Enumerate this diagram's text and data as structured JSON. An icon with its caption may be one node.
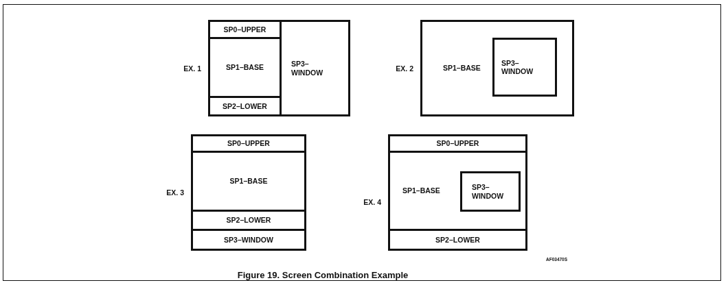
{
  "diagram": {
    "caption": "Figure 19. Screen Combination Example",
    "nodes": [
      {
        "text": [],
        "shape": "box",
        "beside": [
          "EX. 1"
        ]
      },
      {
        "text": [
          "SP0–UPPER"
        ],
        "in": 0
      },
      {
        "text": [
          "SP1–BASE"
        ],
        "in": 0
      },
      {
        "text": [
          "SP2–LOWER"
        ],
        "in": 0
      },
      {
        "text": [
          "SP3– WINDOW"
        ],
        "in": 0
      },
      {
        "text": [
          "SP1–BASE"
        ],
        "beside": [
          "EX. 2"
        ]
      },
      {
        "text": [
          "SP3– WINDOW"
        ],
        "in": 5
      },
      {
        "text": [],
        "shape": "box",
        "beside": [
          "EX. 3"
        ]
      },
      {
        "text": [
          "SP0–UPPER"
        ],
        "in": 7
      },
      {
        "text": [
          "SP1–BASE"
        ],
        "in": 7
      },
      {
        "text": [
          "SP2–LOWER"
        ],
        "in": 7
      },
      {
        "text": [
          "SP3–WINDOW"
        ],
        "in": 7
      },
      {
        "text": [],
        "shape": "box",
        "beside": [
          "EX. 4"
        ]
      },
      {
        "text": [
          "SP0–UPPER"
        ],
        "in": 12
      },
      {
        "text": [
          "SP1–BASE"
        ],
        "in": 12
      },
      {
        "text": [
          "SP3– WINDOW"
        ],
        "in": 14
      },
      {
        "text": [
          "SP2–LOWER"
        ],
        "in": 12
      }
    ],
    "labels": [
      "AF03470S"
    ]
  }
}
